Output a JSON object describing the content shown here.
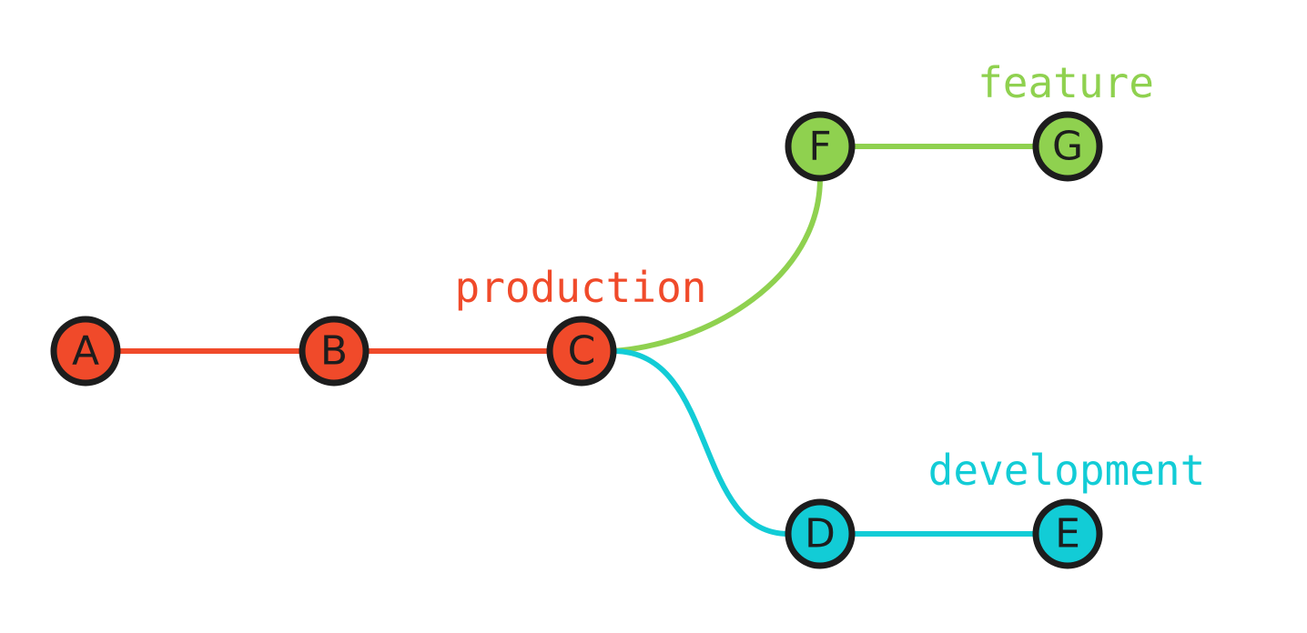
{
  "diagram": {
    "colors": {
      "production": "#f04a2a",
      "feature": "#8fd14f",
      "development": "#12ccd6",
      "outline": "#1d1d1d"
    },
    "branches": [
      {
        "id": "production",
        "label": "production",
        "color": "#f04a2a"
      },
      {
        "id": "feature",
        "label": "feature",
        "color": "#8fd14f"
      },
      {
        "id": "development",
        "label": "development",
        "color": "#12ccd6"
      }
    ],
    "nodes": [
      {
        "id": "A",
        "label": "A",
        "branch": "production"
      },
      {
        "id": "B",
        "label": "B",
        "branch": "production"
      },
      {
        "id": "C",
        "label": "C",
        "branch": "production"
      },
      {
        "id": "F",
        "label": "F",
        "branch": "feature"
      },
      {
        "id": "G",
        "label": "G",
        "branch": "feature"
      },
      {
        "id": "D",
        "label": "D",
        "branch": "development"
      },
      {
        "id": "E",
        "label": "E",
        "branch": "development"
      }
    ],
    "edges": [
      {
        "from": "A",
        "to": "B",
        "branch": "production"
      },
      {
        "from": "B",
        "to": "C",
        "branch": "production"
      },
      {
        "from": "C",
        "to": "F",
        "branch": "feature"
      },
      {
        "from": "F",
        "to": "G",
        "branch": "feature"
      },
      {
        "from": "C",
        "to": "D",
        "branch": "development"
      },
      {
        "from": "D",
        "to": "E",
        "branch": "development"
      }
    ]
  }
}
